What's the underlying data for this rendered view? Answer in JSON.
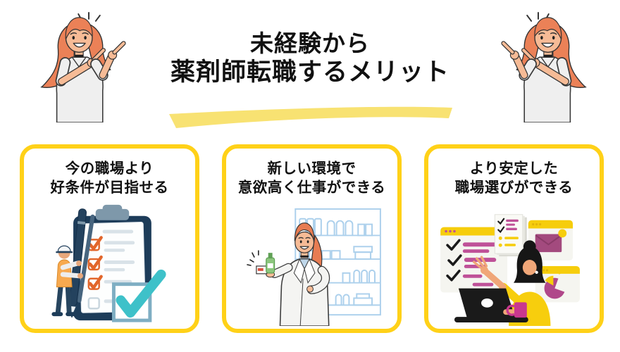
{
  "header": {
    "title_line1": "未経験から",
    "title_line2": "薬剤師転職するメリット"
  },
  "cards": [
    {
      "title_line1": "今の職場より",
      "title_line2": "好条件が目指せる",
      "illustration": "worker-with-checklist-clipboard"
    },
    {
      "title_line1": "新しい環境で",
      "title_line2": "意欲高く仕事ができる",
      "illustration": "pharmacist-with-medicine-shelf"
    },
    {
      "title_line1": "より安定した",
      "title_line2": "職場選びができる",
      "illustration": "woman-at-laptop-with-browser-windows"
    }
  ],
  "decorations": {
    "left_figure": "woman-pointing-at-title-right",
    "right_figure": "woman-pointing-at-title-left",
    "title_underline": "yellow-marker-stroke"
  },
  "colors": {
    "background": "#FFFFFF",
    "title_text": "#111111",
    "card_border_yellow": "#FFD118",
    "title_highlight_yellow": "#F8E272",
    "clipboard_navy": "#1D3C59",
    "check_orange": "#E2662B",
    "big_check_teal": "#3EC1C9",
    "window_gold": "#F6CD0C",
    "accent_magenta": "#BF5198",
    "hair_orange": "#EB8157",
    "shelf_light_blue": "#ACD0EC"
  }
}
